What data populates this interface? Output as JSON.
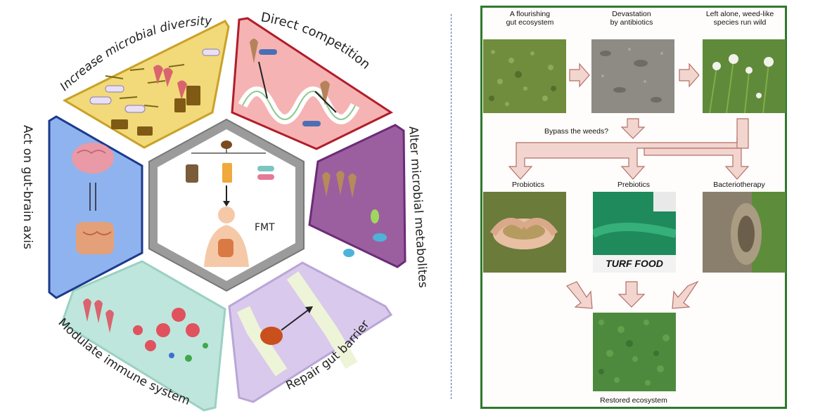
{
  "left_diagram": {
    "center_label": "FMT",
    "segments": {
      "top_left": "Increase microbial diversity",
      "top_right": "Direct competition",
      "right": "Alter microbial metabolites",
      "bottom_right": "Repair gut barrier",
      "bottom_left": "Modulate immune system",
      "left": "Act on gut-brain axis"
    },
    "colors": {
      "top_left": "#f2d97a",
      "top_right": "#f6b3b3",
      "right": "#9b5fa0",
      "bottom_right": "#d9c9ec",
      "bottom_left": "#bfe6dc",
      "left": "#8fb3ee"
    }
  },
  "right_diagram": {
    "stages": {
      "s1": "A flourishing\ngut ecosystem",
      "s2": "Devastation\nby antibiotics",
      "s3": "Left alone, weed-like\nspecies run wild"
    },
    "bypass_label": "Bypass the weeds?",
    "options": {
      "o1": "Probiotics",
      "o2": "Prebiotics",
      "o3": "Bacteriotherapy"
    },
    "turf_text": "TURF FOOD",
    "result": "Restored ecosystem",
    "colors": {
      "border": "#2d7a2d",
      "arrow_fill": "#f2d5cf",
      "arrow_stroke": "#b47068"
    }
  }
}
